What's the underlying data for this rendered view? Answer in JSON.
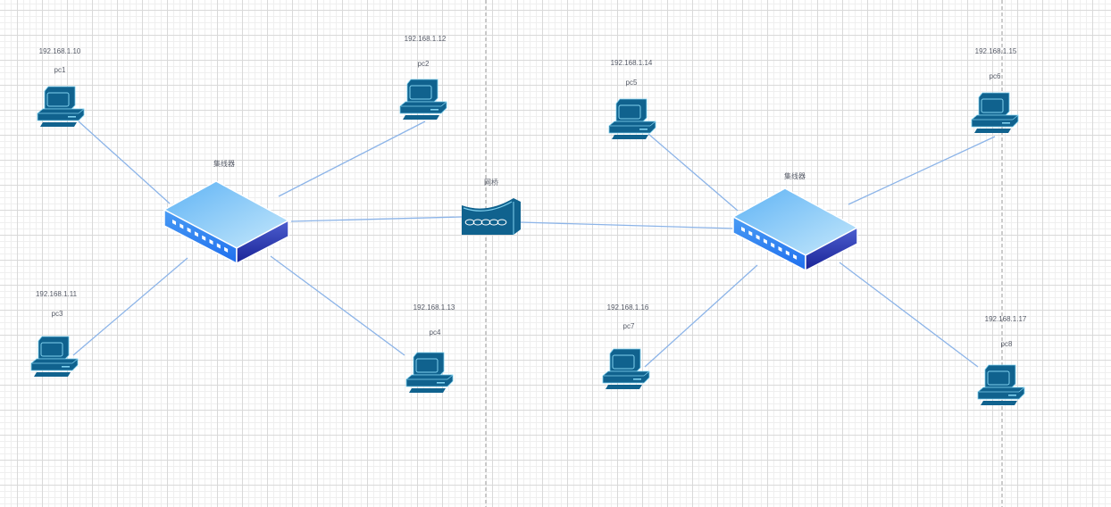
{
  "diagram": {
    "type": "network-topology",
    "colors": {
      "device": "#10628e",
      "device_highlight": "#7fd0ee",
      "link": "#8cb4e8",
      "hub_top_light": "#b9e2fa",
      "hub_top_dark": "#5fb3f5",
      "hub_front": "#2c7cf0",
      "hub_side": "#1e2fa8"
    },
    "nodes": [
      {
        "id": "pc1",
        "kind": "pc",
        "label": "pc1",
        "ip": "192.168.1.10"
      },
      {
        "id": "pc2",
        "kind": "pc",
        "label": "pc2",
        "ip": "192.168.1.12"
      },
      {
        "id": "pc3",
        "kind": "pc",
        "label": "pc3",
        "ip": "192.168.1.11"
      },
      {
        "id": "pc4",
        "kind": "pc",
        "label": "pc4",
        "ip": "192.168.1.13"
      },
      {
        "id": "pc5",
        "kind": "pc",
        "label": "pc5",
        "ip": "192.168.1.14"
      },
      {
        "id": "pc6",
        "kind": "pc",
        "label": "pc6",
        "ip": "192.168.1.15"
      },
      {
        "id": "pc7",
        "kind": "pc",
        "label": "pc7",
        "ip": "192.168.1.16"
      },
      {
        "id": "pc8",
        "kind": "pc",
        "label": "pc8",
        "ip": "192.168.1.17"
      },
      {
        "id": "hub1",
        "kind": "hub",
        "label": "集线器"
      },
      {
        "id": "hub2",
        "kind": "hub",
        "label": "集线器"
      },
      {
        "id": "bridge",
        "kind": "bridge",
        "label": "网桥"
      }
    ],
    "edges": [
      {
        "from": "pc1",
        "to": "hub1"
      },
      {
        "from": "pc2",
        "to": "hub1"
      },
      {
        "from": "pc3",
        "to": "hub1"
      },
      {
        "from": "pc4",
        "to": "hub1"
      },
      {
        "from": "hub1",
        "to": "bridge"
      },
      {
        "from": "bridge",
        "to": "hub2"
      },
      {
        "from": "pc5",
        "to": "hub2"
      },
      {
        "from": "pc6",
        "to": "hub2"
      },
      {
        "from": "pc7",
        "to": "hub2"
      },
      {
        "from": "pc8",
        "to": "hub2"
      }
    ]
  }
}
